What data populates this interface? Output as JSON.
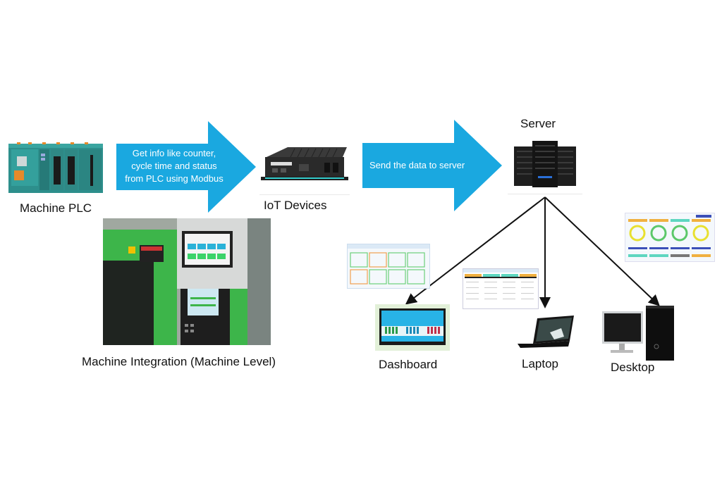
{
  "diagram": {
    "title": "IoT Machine Integration Data Flow",
    "nodes": {
      "plc": {
        "label": "Machine PLC",
        "icon": "plc-icon"
      },
      "iot": {
        "label": "IoT Devices",
        "icon": "iot-gateway-icon"
      },
      "server": {
        "label": "Server",
        "icon": "server-rack-icon"
      },
      "machine": {
        "label": "Machine Integration (Machine Level)",
        "icon": "machine-photo"
      },
      "dashboard": {
        "label": "Dashboard",
        "icon": "tv-dashboard-icon"
      },
      "laptop": {
        "label": "Laptop",
        "icon": "laptop-icon"
      },
      "desktop": {
        "label": "Desktop",
        "icon": "desktop-icon"
      }
    },
    "arrows": {
      "plc_to_iot": {
        "lines": [
          "Get info like counter,",
          "cycle time and status",
          "from PLC using Modbus"
        ]
      },
      "iot_to_server": {
        "lines": [
          "Send the data to server"
        ]
      }
    },
    "colors": {
      "arrow_fill": "#1aa8e0",
      "connector": "#111111",
      "machine_green": "#3db54a"
    }
  }
}
